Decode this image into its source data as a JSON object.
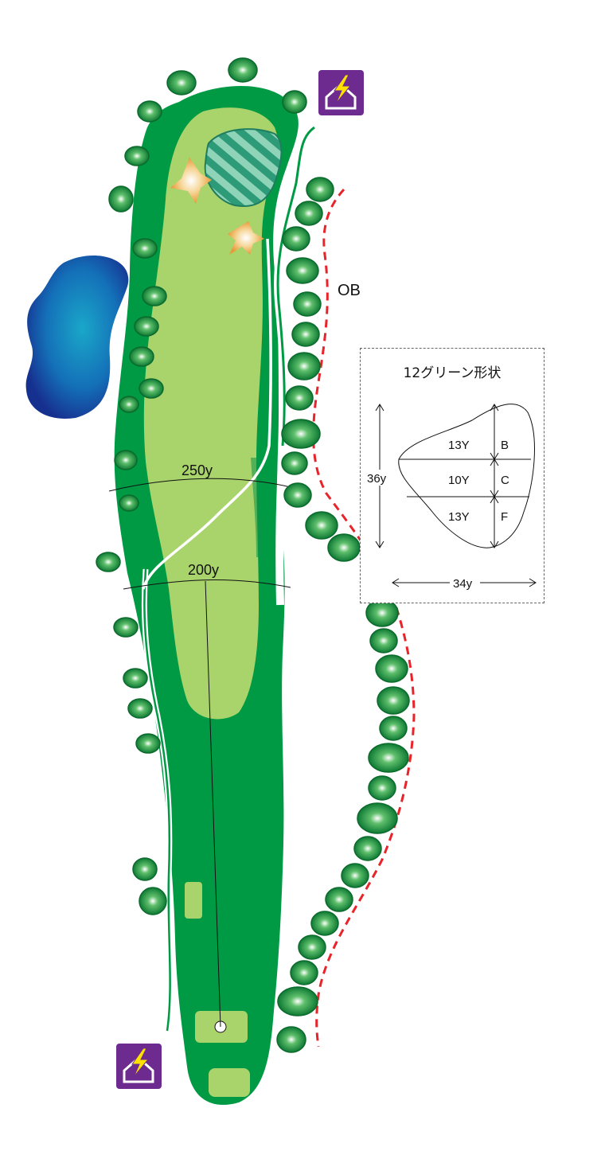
{
  "hole": {
    "ob_label": "OB",
    "distance_markers": [
      {
        "label": "250y"
      },
      {
        "label": "200y"
      }
    ]
  },
  "green_shape": {
    "title": "12グリーン形状",
    "rows": [
      {
        "depth": "13Y",
        "zone": "B"
      },
      {
        "depth": "10Y",
        "zone": "C"
      },
      {
        "depth": "13Y",
        "zone": "F"
      }
    ],
    "total_depth": "36y",
    "width": "34y"
  },
  "icons": {
    "lightning_shelter": "lightning-shelter-icon",
    "shelter_color": "#6d2b8f",
    "bolt_color": "#ffe100"
  },
  "colors": {
    "rough": "#009a44",
    "fairway": "#a9d36b",
    "water": "#1560b0",
    "ob_line": "#e8232a",
    "tree": "#1e8a3c",
    "bunker": "#f2b05a",
    "green_hatch": "#3cb18a"
  }
}
